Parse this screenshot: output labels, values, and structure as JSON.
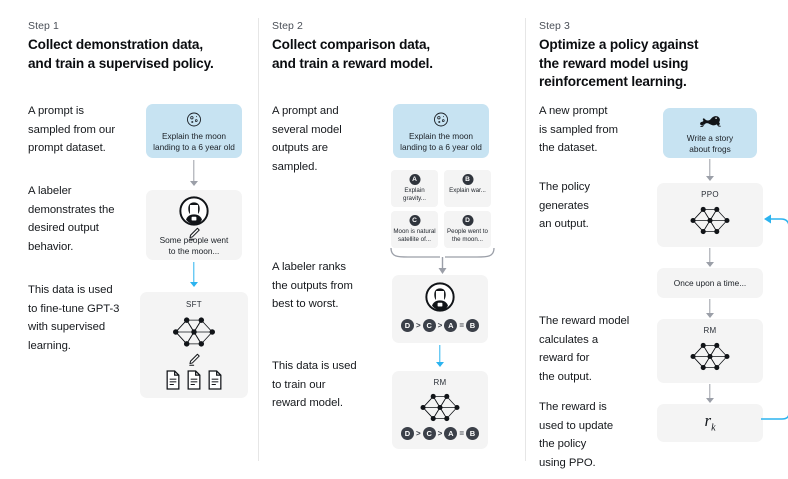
{
  "theme": {
    "prompt_box_color": "#c7e3f2",
    "panel_color": "#f4f4f4",
    "accent_arrow_color": "#2bb3ef",
    "grey_arrow_color": "#9b9fa8",
    "pill_color": "#3b4049",
    "divider_color": "#e6e6e6",
    "text_color": "#16191d"
  },
  "steps": [
    {
      "label": "Step 1",
      "title": "Collect demonstration data,\nand train a supervised policy.",
      "title_line1": "Collect demonstration data,",
      "title_line2": "and train a supervised policy.",
      "captions": [
        "A prompt is\nsampled from our\nprompt dataset.",
        "A labeler\ndemonstrates the\ndesired output\nbehavior.",
        "This data is used\nto fine-tune GPT-3\nwith supervised\nlearning."
      ],
      "prompt_box": {
        "icon": "moon-icon",
        "text_line1": "Explain the moon",
        "text_line2": "landing to a 6 year old"
      },
      "labeler_box": {
        "icon": "labeler-avatar-icon",
        "pencil_icon": "pencil-icon",
        "text_line1": "Some people went",
        "text_line2": "to the moon..."
      },
      "model_box": {
        "model_label": "SFT",
        "icon": "neural-network-icon",
        "pencil_icon": "pencil-icon",
        "docs_icon": "documents-icon"
      }
    },
    {
      "label": "Step 2",
      "title_line1": "Collect comparison data,",
      "title_line2": "and train a reward model.",
      "captions": [
        "A prompt and\nseveral model\noutputs are\nsampled.",
        "A labeler ranks\nthe outputs from\nbest to worst.",
        "This data is used\nto train our\nreward model."
      ],
      "prompt_box": {
        "icon": "moon-icon",
        "text_line1": "Explain the moon",
        "text_line2": "landing to a 6 year old"
      },
      "options": [
        {
          "badge": "A",
          "text": "Explain gravity..."
        },
        {
          "badge": "B",
          "text": "Explain war..."
        },
        {
          "badge": "C",
          "text": "Moon is natural\nsatellite of..."
        },
        {
          "badge": "D",
          "text": "People went to\nthe moon..."
        }
      ],
      "ranking_box": {
        "icon": "labeler-avatar-icon",
        "ranking": [
          "D",
          ">",
          "C",
          ">",
          "A",
          "=",
          "B"
        ]
      },
      "reward_model_box": {
        "model_label": "RM",
        "icon": "neural-network-icon",
        "ranking": [
          "D",
          ">",
          "C",
          ">",
          "A",
          "=",
          "B"
        ]
      }
    },
    {
      "label": "Step 3",
      "title_line1": "Optimize a policy against",
      "title_line2": "the reward model using",
      "title_line3": "reinforcement learning.",
      "captions": [
        "A new prompt\nis sampled from\nthe dataset.",
        "The policy\ngenerates\nan output.",
        "The reward model\ncalculates a\nreward for\nthe output.",
        "The reward is\nused to update\nthe policy\nusing PPO."
      ],
      "prompt_box": {
        "icon": "frog-icon",
        "text_line1": "Write a story",
        "text_line2": "about frogs"
      },
      "policy_box": {
        "model_label": "PPO",
        "icon": "neural-network-icon"
      },
      "output_box": {
        "text": "Once upon a time..."
      },
      "reward_model_box": {
        "model_label": "RM",
        "icon": "neural-network-icon"
      },
      "reward_box": {
        "symbol": "r",
        "subscript": "k"
      }
    }
  ]
}
